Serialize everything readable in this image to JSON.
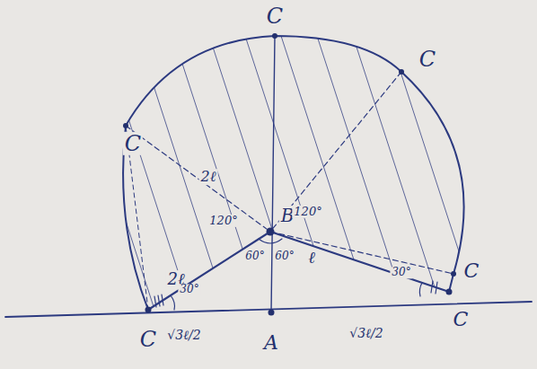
{
  "diagram": {
    "labels": [
      "C",
      "C",
      "C",
      "C",
      "C",
      "C",
      "B",
      "A",
      "2ℓ",
      "2ℓ",
      "ℓ",
      "120°",
      "120°",
      "60°",
      "60°",
      "30°",
      "30°",
      "√3ℓ/2",
      "√3ℓ/2"
    ]
  }
}
